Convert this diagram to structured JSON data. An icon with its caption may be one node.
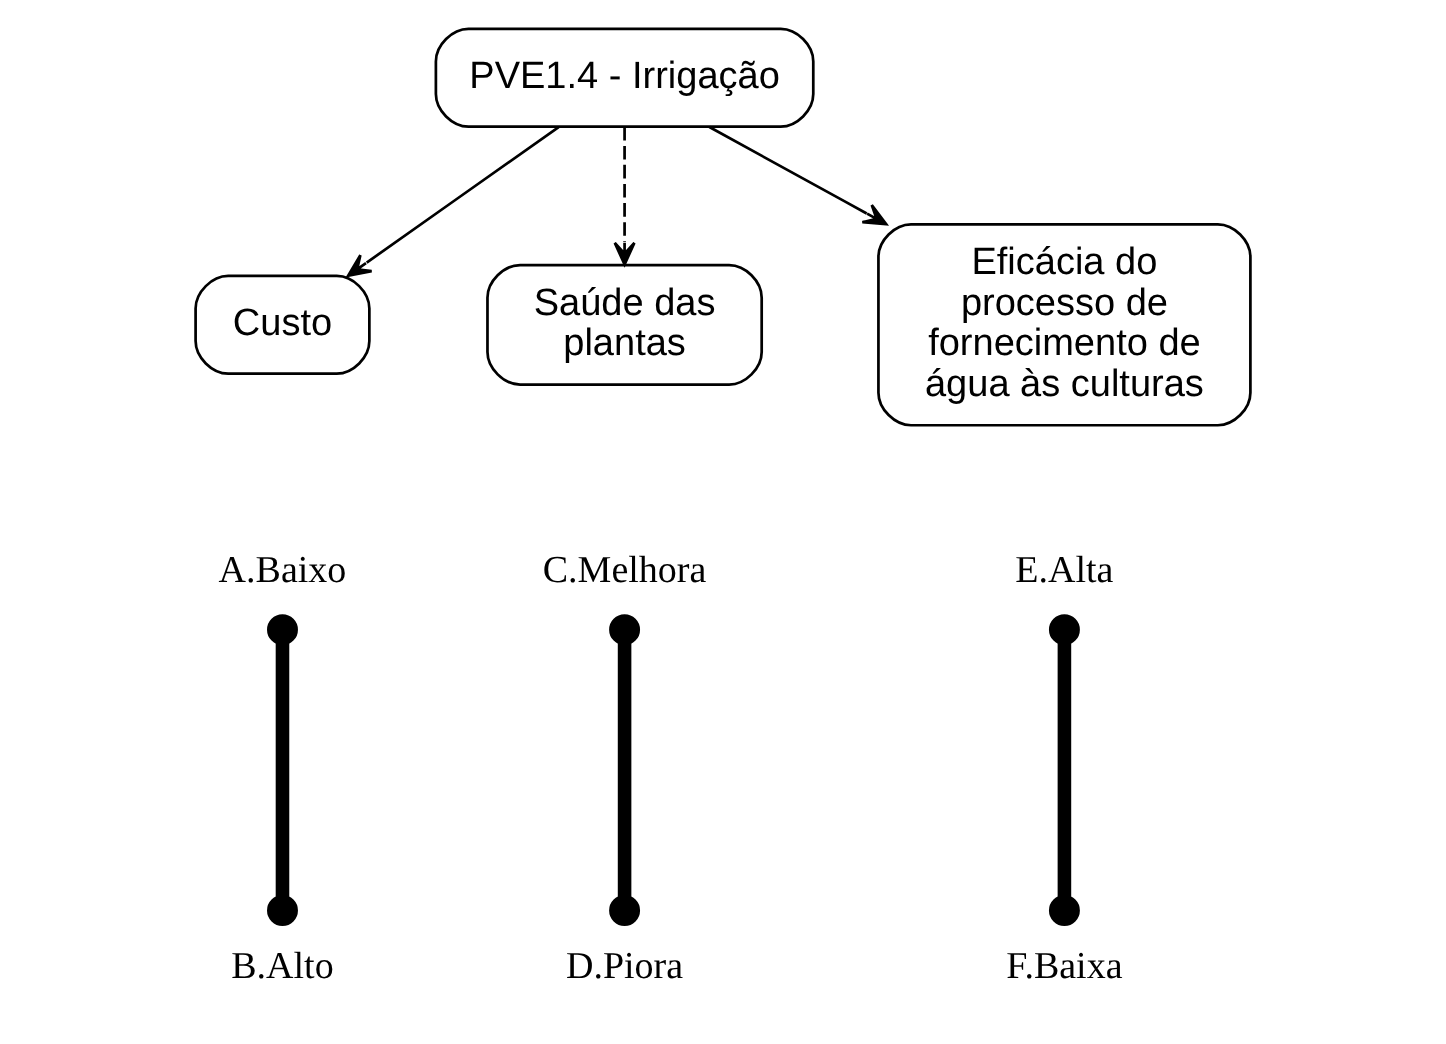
{
  "diagram": {
    "nodes": [
      {
        "text": [
          "PVE1.4 - Irrigação"
        ]
      },
      {
        "text": [
          "Custo"
        ]
      },
      {
        "text": [
          "Saúde das plantas"
        ]
      },
      {
        "text": [
          "Eficácia do processo de fornecimento de água às culturas"
        ]
      },
      {
        "text": [
          "A.Baixo"
        ]
      },
      {
        "text": [
          "B.Alto"
        ]
      },
      {
        "text": [
          "C.Melhora"
        ]
      },
      {
        "text": [
          "D.Piora"
        ]
      },
      {
        "text": [
          "E.Alta"
        ]
      },
      {
        "text": [
          "F.Baixa"
        ]
      }
    ],
    "edges": [
      {
        "from": 0,
        "to": 1,
        "arrow": "to"
      },
      {
        "from": 0,
        "to": 2,
        "arrow": "to",
        "style": "dashed"
      },
      {
        "from": 0,
        "to": 3,
        "arrow": "to"
      },
      {
        "from": 4,
        "to": 5,
        "arrow": "other",
        "style": "thick"
      },
      {
        "from": 6,
        "to": 7,
        "arrow": "other",
        "style": "thick"
      },
      {
        "from": 8,
        "to": 9,
        "arrow": "other",
        "style": "thick"
      }
    ]
  }
}
